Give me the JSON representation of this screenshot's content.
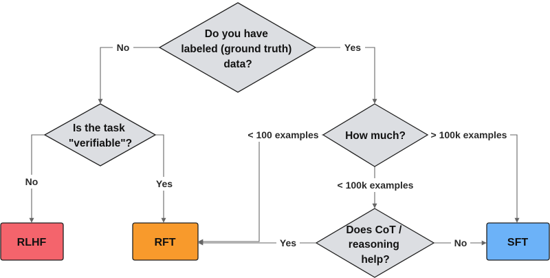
{
  "nodes": {
    "q_labeled": {
      "lines": [
        "Do you have",
        "labeled (ground truth)",
        "data?"
      ]
    },
    "q_verifiable": {
      "lines": [
        "Is the task",
        "\"verifiable\"?"
      ]
    },
    "q_how_much": {
      "lines": [
        "How much?"
      ]
    },
    "q_cot": {
      "lines": [
        "Does CoT /",
        "reasoning",
        "help?"
      ]
    },
    "rlhf": {
      "label": "RLHF"
    },
    "rft": {
      "label": "RFT"
    },
    "sft": {
      "label": "SFT"
    }
  },
  "edge_labels": {
    "labeled_no": "No",
    "labeled_yes": "Yes",
    "verifiable_no": "No",
    "verifiable_yes": "Yes",
    "how_much_few": "< 100 examples",
    "how_much_many": "> 100k examples",
    "how_much_mid": "< 100k examples",
    "cot_yes": "Yes",
    "cot_no": "No"
  },
  "colors": {
    "rlhf": "#f4646c",
    "rft": "#f89a2c",
    "sft": "#6cb2f8",
    "diamond": "#dcdee2",
    "edge": "#666666"
  }
}
